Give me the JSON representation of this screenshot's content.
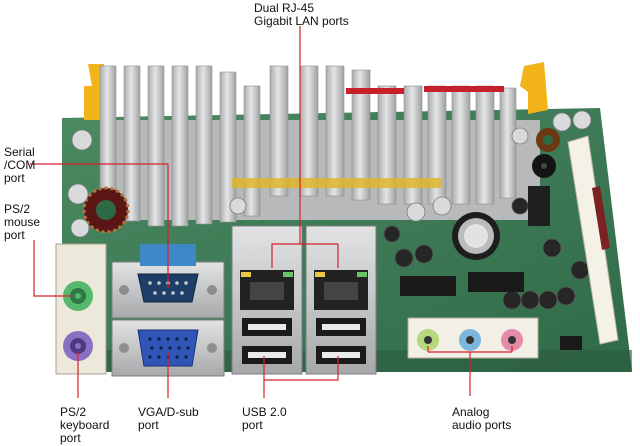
{
  "callouts": {
    "lan": {
      "line1": "Dual RJ-45",
      "line2": "Gigabit LAN ports"
    },
    "serial": {
      "line1": "Serial",
      "line2": "/COM",
      "line3": "port"
    },
    "ps2_mouse": {
      "line1": "PS/2",
      "line2": "mouse",
      "line3": "port"
    },
    "ps2_keyboard": {
      "line1": "PS/2",
      "line2": "keyboard",
      "line3": "port"
    },
    "vga": {
      "line1": "VGA/D-sub",
      "line2": "port"
    },
    "usb": {
      "line1": "USB 2.0",
      "line2": "port"
    },
    "audio": {
      "line1": "Analog",
      "line2": "audio ports"
    }
  },
  "colors": {
    "pcb": "#3f7f5a",
    "heatsink": "#c9cbcd",
    "callout_line": "#d6202a",
    "ps2_mouse": "#54b96b",
    "ps2_keyboard": "#8b6fc4",
    "vga": "#2f55b7",
    "serial": "#3f88c7",
    "mount_clip": "#f2b418"
  }
}
